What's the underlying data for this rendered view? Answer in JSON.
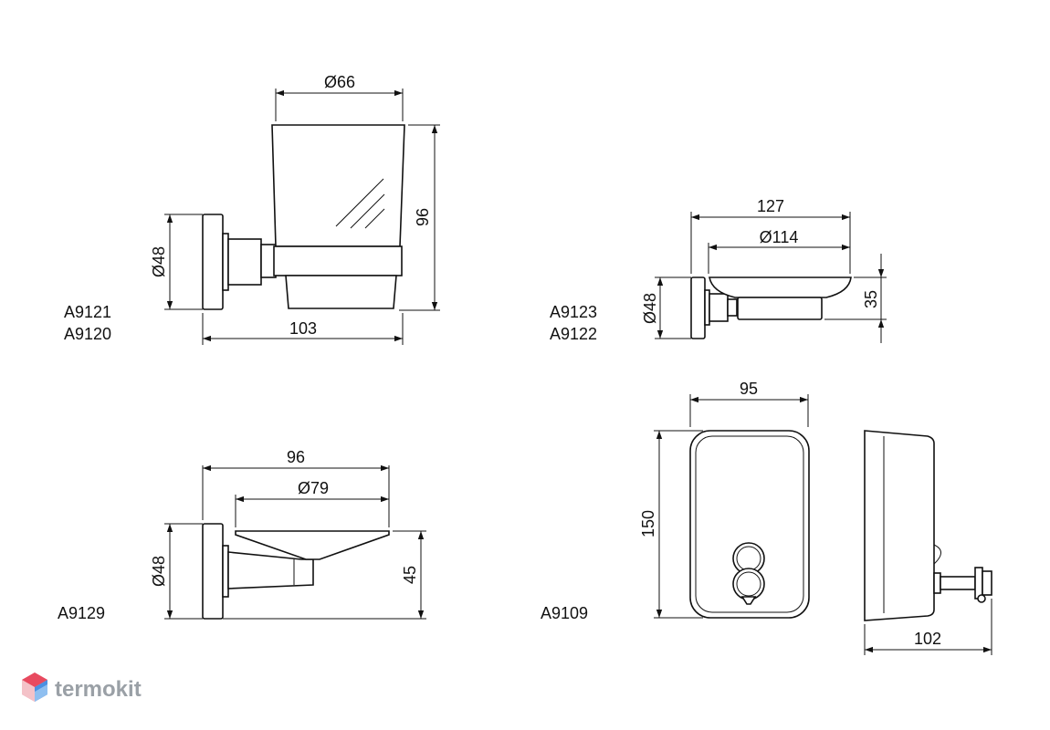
{
  "products": [
    {
      "codes": [
        "A9121",
        "A9120"
      ],
      "dimensions": {
        "top": "Ø66",
        "height": "96",
        "mount": "Ø48",
        "depth": "103"
      }
    },
    {
      "codes": [
        "A9123",
        "A9122"
      ],
      "dimensions": {
        "width": "127",
        "inner": "Ø114",
        "mount": "Ø48",
        "height": "35"
      }
    },
    {
      "codes": [
        "A9129"
      ],
      "dimensions": {
        "width": "96",
        "inner": "Ø79",
        "mount": "Ø48",
        "height": "45"
      }
    },
    {
      "codes": [
        "A9109"
      ],
      "dimensions": {
        "width": "95",
        "height": "150",
        "depth": "102"
      }
    }
  ],
  "logo": {
    "text": "termokit",
    "icon": "hexagon-cube-icon",
    "colors": [
      "#e84a5f",
      "#4a90e2"
    ]
  }
}
